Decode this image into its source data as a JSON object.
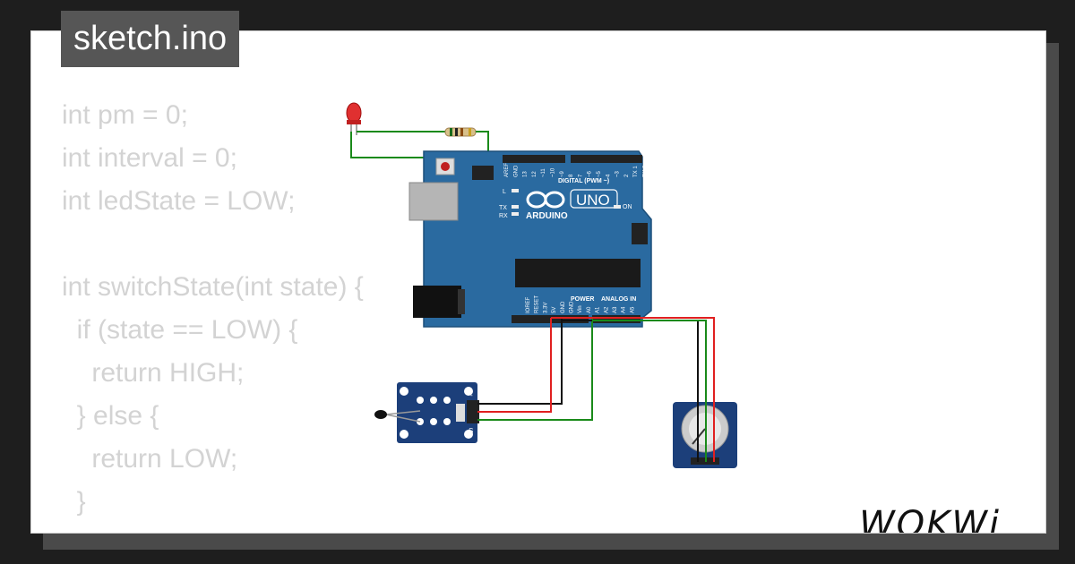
{
  "file_tab": {
    "label": "sketch.ino"
  },
  "code_lines": [
    "int pm = 0;",
    "int interval = 0;",
    "int ledState = LOW;",
    "",
    "int switchState(int state) {",
    "  if (state == LOW) {",
    "    return HIGH;",
    "  } else {",
    "    return LOW;",
    "  }",
    "}"
  ],
  "board": {
    "brand": "ARDUINO",
    "model": "UNO",
    "digital_label": "DIGITAL (PWM ~)",
    "power_label": "POWER",
    "analog_label": "ANALOG IN",
    "on_label": "ON",
    "l_label": "L",
    "tx_label": "TX",
    "rx_label": "RX",
    "aref": "AREF",
    "gnd": "GND",
    "digital_pins": [
      "13",
      "12",
      "~11",
      "~10",
      "~9",
      "8",
      "7",
      "~6",
      "~5",
      "4",
      "~3",
      "2",
      "TX 1",
      "RX 0"
    ],
    "power_pins": [
      "IOREF",
      "RESET",
      "3.3V",
      "5V",
      "GND",
      "GND",
      "Vin"
    ],
    "analog_pins": [
      "A0",
      "A1",
      "A2",
      "A3",
      "A4",
      "A5"
    ]
  },
  "sensor_module": {
    "pin_minus": "-",
    "pin_signal": "S"
  },
  "logo": {
    "text": "WOKWi"
  },
  "colors": {
    "board_blue": "#2a6aa0",
    "wire_green": "#1a8a1a",
    "wire_red": "#e02020",
    "wire_black": "#111111",
    "module_blue": "#1c3f7a",
    "led_red": "#e03030"
  }
}
